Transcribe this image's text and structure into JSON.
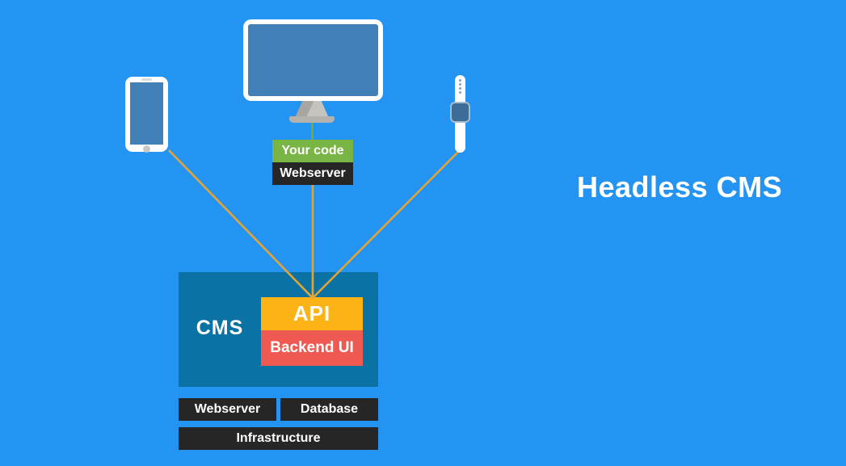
{
  "title": "Headless CMS",
  "diagram": {
    "frontend": {
      "your_code_label": "Your code",
      "webserver_label": "Webserver"
    },
    "cms_box": {
      "cms_label": "CMS",
      "api_label": "API",
      "backend_ui_label": "Backend UI"
    },
    "infra": {
      "webserver_label": "Webserver",
      "database_label": "Database",
      "infrastructure_label": "Infrastructure"
    },
    "devices": [
      "desktop-monitor",
      "smartphone",
      "smartwatch"
    ],
    "connections": [
      "smartphone-to-api",
      "webserver-to-api",
      "smartwatch-to-api",
      "monitor-to-your-code"
    ]
  },
  "colors": {
    "background": "#2494f2",
    "device_screen_blue": "#4181b8",
    "device_frame_white": "#ffffff",
    "your_code_green": "#79b545",
    "green_line": "#6fae3e",
    "amber_line": "#e2a437",
    "black_box": "#262626",
    "cms_teal": "#0b73a3",
    "api_orange": "#fcb316",
    "backend_red": "#ee5a52",
    "stand_gray": "#b5b2ad",
    "title_text": "#ffffff"
  }
}
